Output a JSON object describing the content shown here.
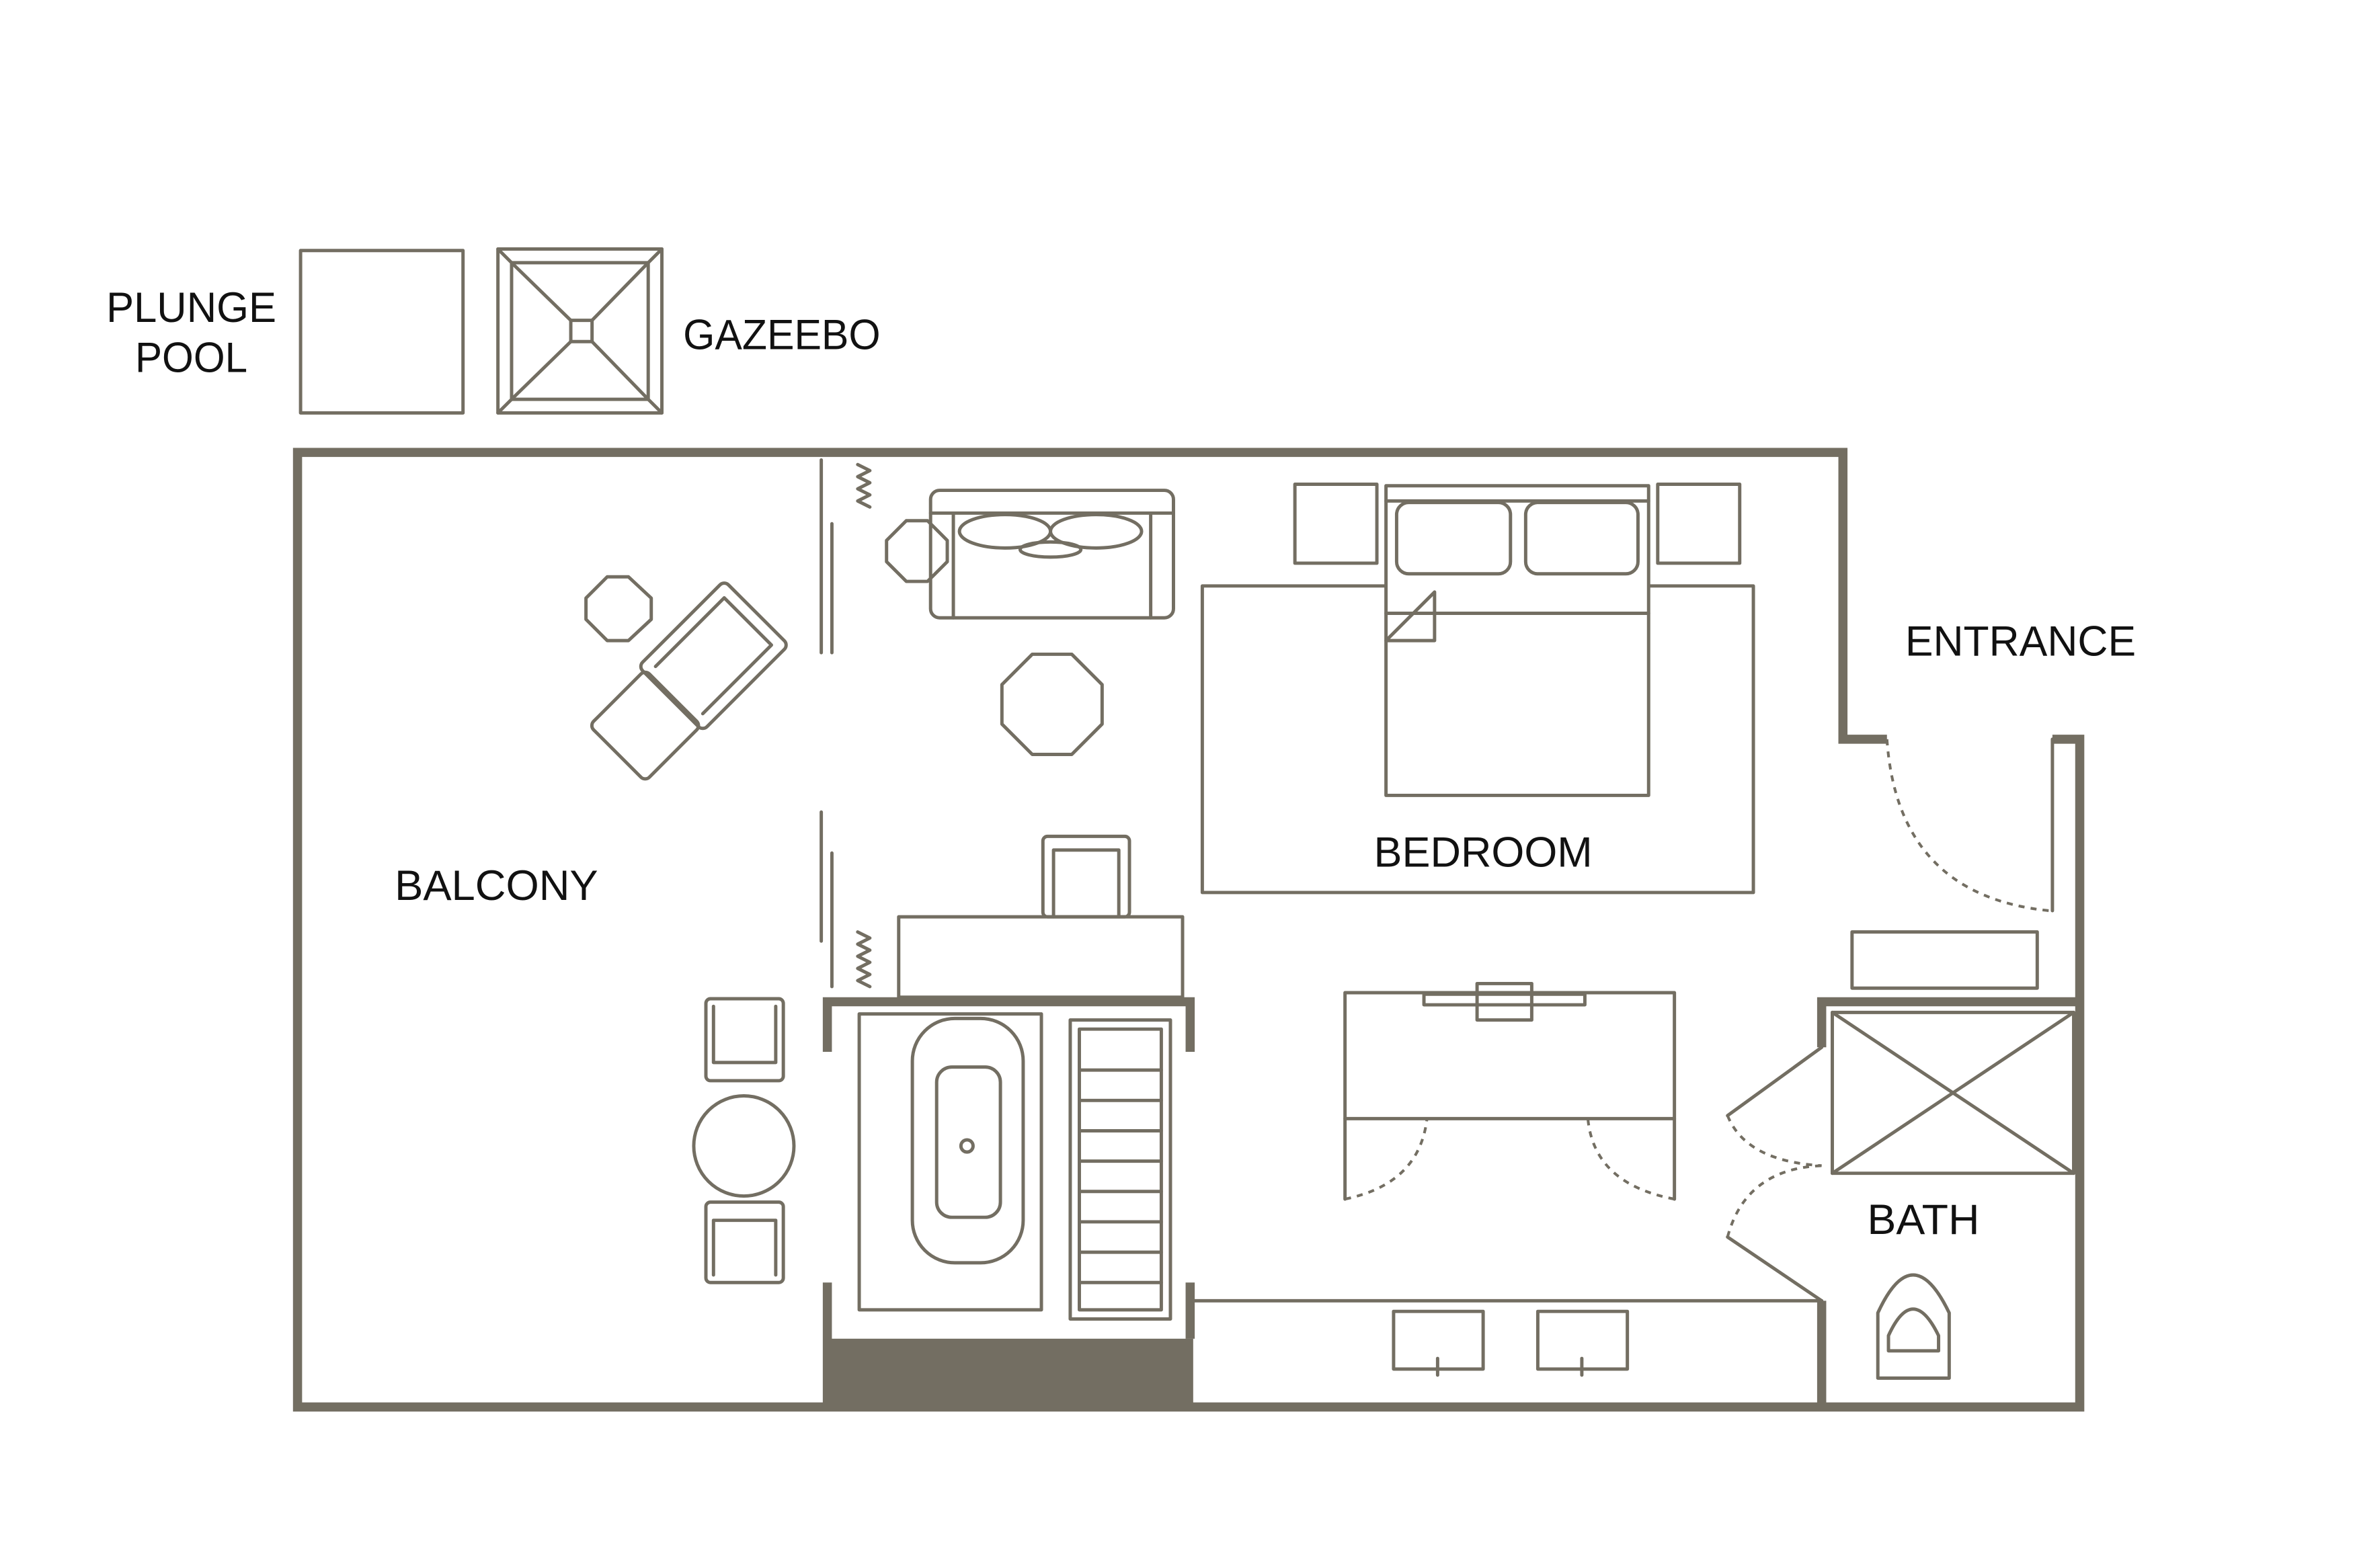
{
  "labels": {
    "plunge_pool_line1": "PLUNGE",
    "plunge_pool_line2": "POOL",
    "gazebo": "GAZEEBO",
    "entrance": "ENTRANCE",
    "balcony": "BALCONY",
    "bedroom": "BEDROOM",
    "bath": "BATH"
  },
  "colors": {
    "line": "#736e62",
    "text": "#111111"
  }
}
